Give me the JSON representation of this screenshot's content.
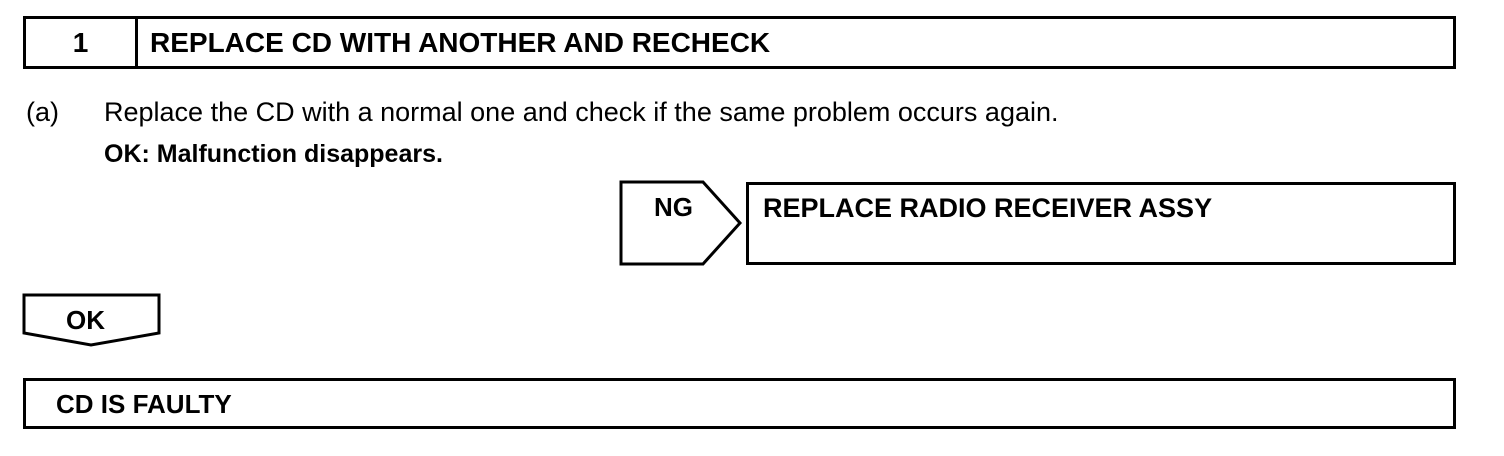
{
  "step": {
    "number": "1",
    "title": "REPLACE CD WITH ANOTHER AND RECHECK"
  },
  "substep": {
    "label": "(a)",
    "instruction": "Replace the CD with a normal one and check if the same problem occurs again.",
    "ok_criterion": "OK: Malfunction disappears."
  },
  "ng_branch": {
    "label": "NG",
    "action": "REPLACE RADIO RECEIVER ASSY"
  },
  "ok_branch": {
    "label": "OK",
    "result": "CD IS FAULTY"
  }
}
